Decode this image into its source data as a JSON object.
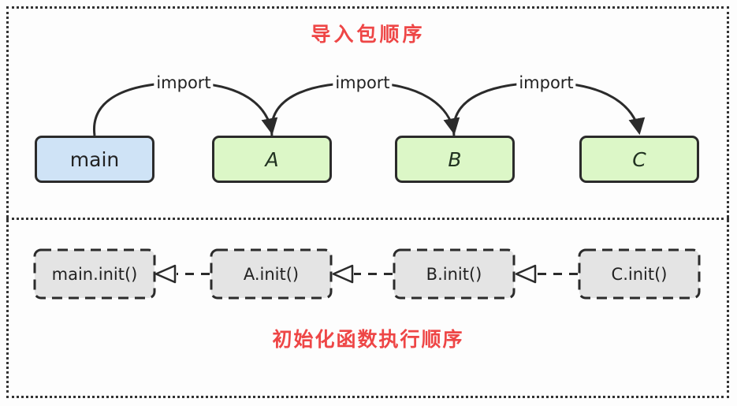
{
  "diagram": {
    "top_section": {
      "title": "导入包顺序",
      "import_label": "import",
      "nodes": [
        {
          "label": "main"
        },
        {
          "label": "A"
        },
        {
          "label": "B"
        },
        {
          "label": "C"
        }
      ]
    },
    "bottom_section": {
      "title": "初始化函数执行顺序",
      "nodes": [
        {
          "label": "main.init()"
        },
        {
          "label": "A.init()"
        },
        {
          "label": "B.init()"
        },
        {
          "label": "C.init()"
        }
      ]
    },
    "colors": {
      "title_red": "#ee4646",
      "main_node_fill": "#cfe3f6",
      "package_node_fill": "#dcf7c7",
      "init_node_fill": "#e4e4e4",
      "stroke": "#2b2b2b"
    }
  }
}
